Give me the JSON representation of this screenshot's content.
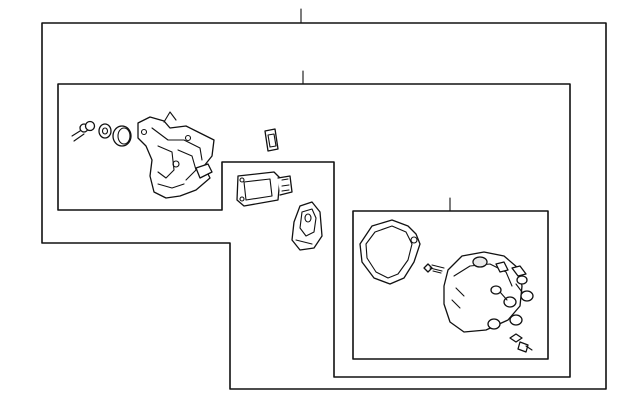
{
  "colors": {
    "background": "#ffffff",
    "panel_fill": "#f2f2f2",
    "line": "#111111"
  },
  "diagram": {
    "groups": [
      {
        "name": "outer-assembly-group"
      },
      {
        "name": "distributor-subassembly-group"
      },
      {
        "name": "cap-kit-group"
      }
    ],
    "parts": [
      "o-ring-seal-icon",
      "distributor-housing-icon",
      "connector-grommet-icon",
      "igniter-module-icon",
      "rotor-icon",
      "cap-gasket-icon",
      "cap-screw-icon",
      "distributor-cap-icon",
      "terminal-screw-icon"
    ]
  }
}
